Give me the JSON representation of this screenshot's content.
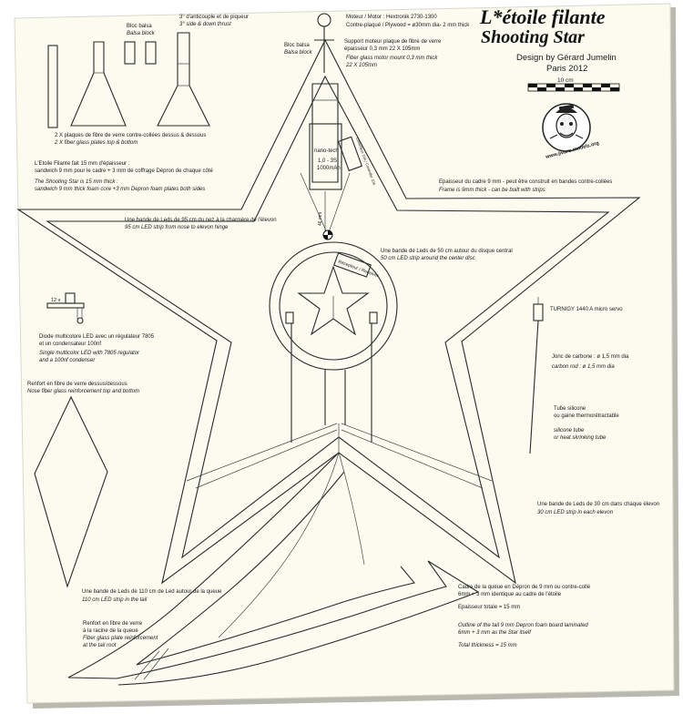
{
  "title": {
    "line1": "L*étoile filante",
    "line2": "Shooting Star",
    "designer": "Design by  Gérard Jumelin",
    "place_year": "Paris  2012",
    "scale_label": "10 cm",
    "logo_text": "www.jivaro-models.org"
  },
  "colors": {
    "paper": "#fbfbf0",
    "line": "#2a2a2a",
    "shadow": "#b9b9b0"
  },
  "labels": {
    "balsa_block_1_fr": "Bloc balsa",
    "balsa_block_1_en": "Balsa block",
    "thrust_fr": "3° d'anticouple et de piqueur",
    "thrust_en": "3° side & down thrust",
    "motor_1": "Moteur / Motor : Hextronik  2730-1300",
    "motor_2": "Contre-plaqué / Plywood = ø30mm dia- 2 mm thick",
    "balsa_block_2_fr": "Bloc balsa",
    "balsa_block_2_en": "Balsa block",
    "mount_fr_1": "Support moteur plaque de fibre de verre",
    "mount_fr_2": "épaisseur 0,3 mm 22 X 105mm",
    "mount_en_1": "Fiber glass motor mount 0,3 mm thick",
    "mount_en_2": "22 X 105mm",
    "plates_fr": "2 X plaques de fibre de verre contre-collées dessus & dessous",
    "plates_en": "2 X  fiber glass plates top & bottom",
    "build_fr_1": "L'Etoile Filante fait 15 mm d'épaisseur :",
    "build_fr_2": "sandwich 9 mm pour le cadre + 3 mm de coffrage Dépron de chaque côté",
    "build_en_1": "The Shooting Star is 15 mm thick :",
    "build_en_2": "sandwich 9 mm thick foam core  +3 mm Depron foam plates both sides",
    "battery_1": "nano-tech",
    "battery_2": "1,0 - 3S",
    "battery_3": "1000mAh",
    "controller": "Contrôleur 10A / Controller 10A",
    "cg": "46 mm",
    "frame_fr": "Epaisseur du cadre 9 mm - peut être construit en bandes contre-collées",
    "frame_en": "Frame is 9mm thick - can be built with  strips",
    "led95_fr": "Une bande de Leds de 95 cm du nez à la charnière de l'élevon",
    "led95_en": "95 cm LED strip  from nose to elevon hinge",
    "led50_fr": "Une bande de Leds de 50 cm autour du disque central",
    "led50_en": "50 cm LED strip around the center disc",
    "receiver": "Récepteur / Receiver",
    "voltage": "12 v",
    "diode_fr_1": "Diode multicolore LED avec un régulateur 7805",
    "diode_fr_2": "et un condensateur 100nf",
    "diode_en_1": "Single multicolor LED with 7805 regulator",
    "diode_en_2": "and a 100nf condenser",
    "servo": "TURNIGY 1440 A micro servo",
    "carbon_fr": "Jonc de carbone : ø 1,5 mm dia",
    "carbon_en": "carbon rod : ø 1,5 mm dia",
    "nose_fr": "Renfort en fibre de verre dessus/dessous",
    "nose_en": "Nose fiber glass reinforcement top and bottom",
    "tube_fr_1": "Tube silicone",
    "tube_fr_2": "ou gaine thermorétractable",
    "tube_en_1": "silicone tube",
    "tube_en_2": "or heat skrinking tube",
    "led30_fr": "Une bande de Leds de 30 cm  dans chaque élevon",
    "led30_en": "30 cm  LED strip in each elevon",
    "led110_fr": "Une bande de Leds de 110 cm de Led autour de la queue",
    "led110_en": "110 cm  LED strip in the tail",
    "tailroot_fr_1": "Renfort en fibre de verre",
    "tailroot_fr_2": "à la racine de la queue",
    "tailroot_en_1": "Fiber glass plate reinforcement",
    "tailroot_en_2": "at the tail root",
    "tailframe_fr_1": "Cadre de la queue en Dépron de 9 mm ou contre-collé",
    "tailframe_fr_2": "6mm + 3 mm identique au cadre de l'étoile",
    "total_fr": "Epaisseur totale = 15 mm",
    "tail_en_1": "Outline of the tail  9 mm Depron foam board laminated",
    "tail_en_2": "6mm + 3 mm  as the Star itself",
    "total_en": "Total thickness = 15 mm"
  }
}
